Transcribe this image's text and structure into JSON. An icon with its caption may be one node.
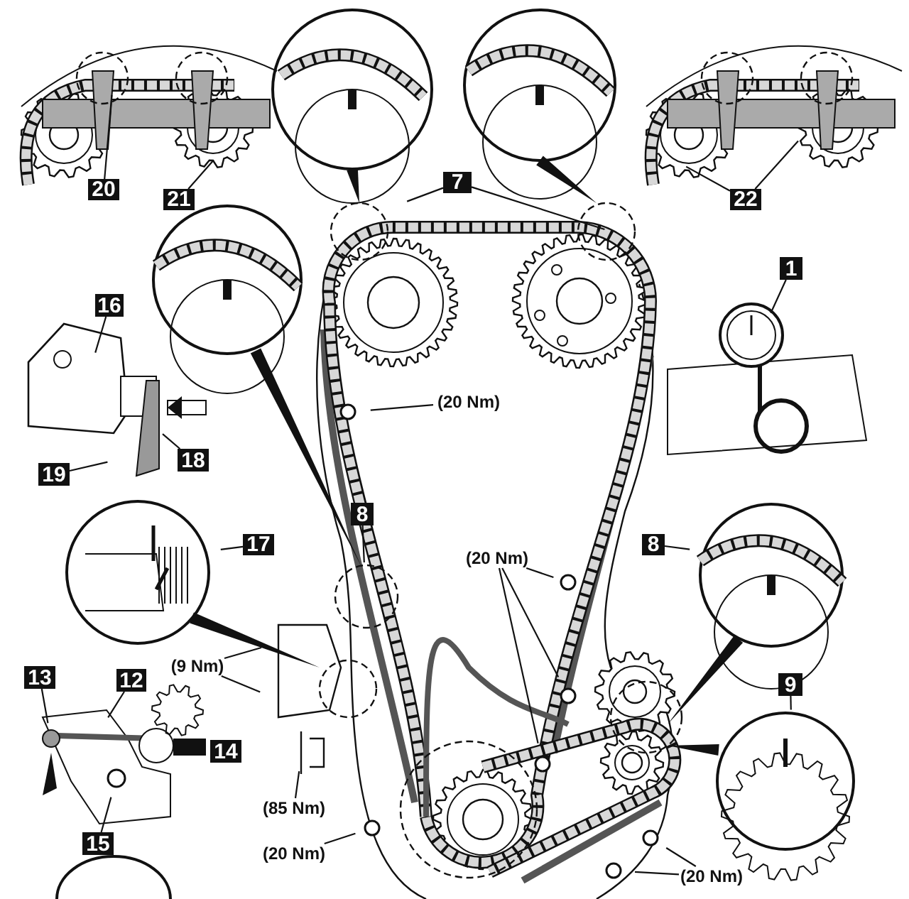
{
  "diagram": {
    "nodes": [
      {
        "text": [
          "20"
        ]
      },
      {
        "text": [
          "21"
        ]
      },
      {
        "text": [
          "22"
        ]
      },
      {
        "text": [
          "7"
        ]
      },
      {
        "text": [
          "1"
        ]
      },
      {
        "text": [
          "16"
        ]
      },
      {
        "text": [
          "(20 Nm)"
        ]
      },
      {
        "text": [
          "18"
        ]
      },
      {
        "text": [
          "19"
        ]
      },
      {
        "text": [
          "17"
        ]
      },
      {
        "text": [
          "8"
        ]
      },
      {
        "text": [
          "(20 Nm)"
        ]
      },
      {
        "text": [
          "8"
        ]
      },
      {
        "text": [
          "(9 Nm)"
        ]
      },
      {
        "text": [
          "13"
        ]
      },
      {
        "text": [
          "12"
        ]
      },
      {
        "text": [
          "9"
        ]
      },
      {
        "text": [
          "14"
        ]
      },
      {
        "text": [
          "(85 Nm)"
        ]
      },
      {
        "text": [
          "15"
        ]
      },
      {
        "text": [
          "(20 Nm)"
        ]
      },
      {
        "text": [
          "(20 Nm)"
        ]
      }
    ],
    "edges": [
      {
        "from": 0,
        "to": null,
        "arrow": "none"
      },
      {
        "from": 1,
        "to": null,
        "arrow": "none"
      },
      {
        "from": 2,
        "to": null,
        "arrow": "none"
      },
      {
        "from": 2,
        "to": null,
        "arrow": "none"
      },
      {
        "from": 3,
        "to": null,
        "arrow": "none"
      },
      {
        "from": 3,
        "to": null,
        "arrow": "none"
      },
      {
        "from": 4,
        "to": null,
        "arrow": "none"
      },
      {
        "from": 5,
        "to": null,
        "arrow": "none"
      },
      {
        "from": 6,
        "to": null,
        "arrow": "none"
      },
      {
        "from": 7,
        "to": null,
        "arrow": "none"
      },
      {
        "from": 8,
        "to": null,
        "arrow": "none"
      },
      {
        "from": 9,
        "to": null,
        "arrow": "none"
      },
      {
        "from": 10,
        "to": null,
        "arrow": "none"
      },
      {
        "from": 11,
        "to": null,
        "arrow": "none"
      },
      {
        "from": 11,
        "to": null,
        "arrow": "none"
      },
      {
        "from": 11,
        "to": null,
        "arrow": "none"
      },
      {
        "from": 12,
        "to": null,
        "arrow": "none"
      },
      {
        "from": 13,
        "to": null,
        "arrow": "none"
      },
      {
        "from": 13,
        "to": null,
        "arrow": "none"
      },
      {
        "from": 14,
        "to": null,
        "arrow": "none"
      },
      {
        "from": 15,
        "to": null,
        "arrow": "none"
      },
      {
        "from": 16,
        "to": null,
        "arrow": "none"
      },
      {
        "from": 18,
        "to": null,
        "arrow": "none"
      },
      {
        "from": 19,
        "to": null,
        "arrow": "none"
      },
      {
        "from": 20,
        "to": null,
        "arrow": "none"
      },
      {
        "from": 21,
        "to": null,
        "arrow": "none"
      },
      {
        "from": 21,
        "to": null,
        "arrow": "none"
      }
    ]
  }
}
